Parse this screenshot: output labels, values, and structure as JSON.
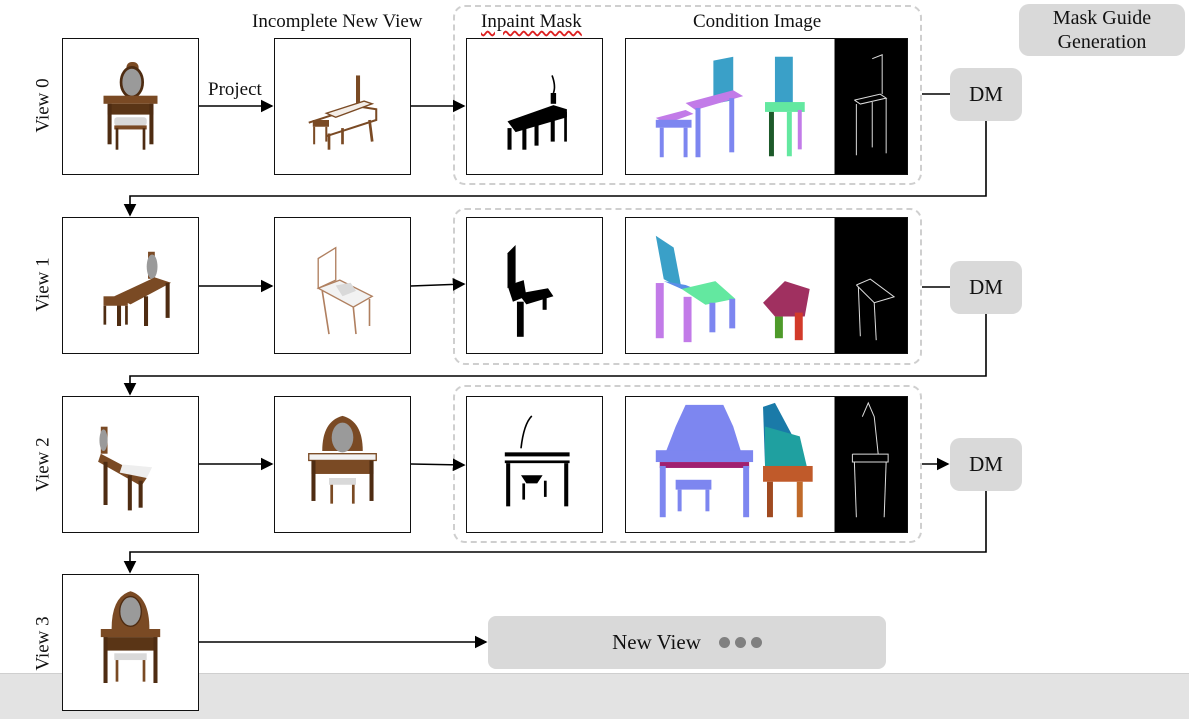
{
  "headers": {
    "incomplete_new_view": "Incomplete New View",
    "inpaint_mask": "Inpaint Mask",
    "condition_image": "Condition Image"
  },
  "legend": {
    "mask_guide_generation": "Mask Guide\nGeneration"
  },
  "arrow_labels": {
    "project": "Project"
  },
  "views": [
    {
      "label": "View 0",
      "dm_label": "DM"
    },
    {
      "label": "View 1",
      "dm_label": "DM"
    },
    {
      "label": "View 2",
      "dm_label": "DM"
    },
    {
      "label": "View 3"
    }
  ],
  "new_view_box": {
    "label": "New View"
  },
  "colors": {
    "wood": "#7a4a24",
    "wood_dark": "#4e2c12",
    "mirror": "#9a9a9a",
    "pill_bg": "#d9d9d9",
    "dashed_border": "#cfcfcf",
    "normal_blue": "#7d86f0",
    "normal_purple": "#c27be8",
    "normal_teal": "#3aa0c8",
    "normal_green": "#63e8a0"
  }
}
